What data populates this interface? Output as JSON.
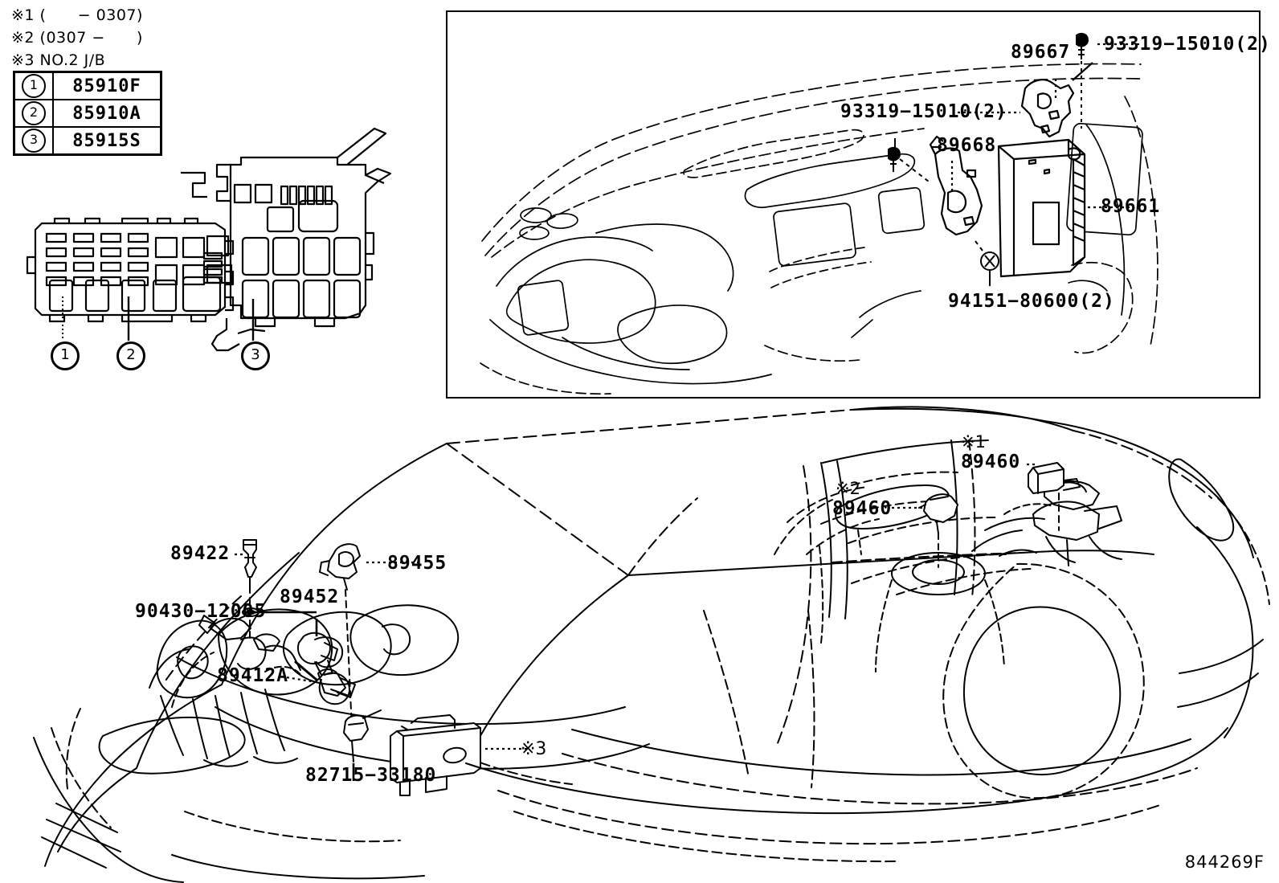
{
  "document": {
    "diagram_id": "844269F"
  },
  "notes": [
    {
      "name": "note-1",
      "text": "※1 (      − 0307)"
    },
    {
      "name": "note-2",
      "text": "※2 (0307 −      )"
    },
    {
      "name": "note-3",
      "text": "※3 NO.2 J/B"
    }
  ],
  "legend": {
    "rows": [
      {
        "index": "1",
        "part": "85910F"
      },
      {
        "index": "2",
        "part": "85910A"
      },
      {
        "index": "3",
        "part": "85915S"
      }
    ]
  },
  "fusebox_callouts": [
    {
      "label": "1"
    },
    {
      "label": "2"
    },
    {
      "label": "3"
    }
  ],
  "panel_labels": [
    {
      "name": "label-89667",
      "text": "89667"
    },
    {
      "name": "label-93319-top",
      "text": "93319−15010(2)"
    },
    {
      "name": "label-93319-left",
      "text": "93319−15010(2)"
    },
    {
      "name": "label-89668",
      "text": "89668"
    },
    {
      "name": "label-89661",
      "text": "89661"
    },
    {
      "name": "label-94151",
      "text": "94151−80600(2)"
    }
  ],
  "vehicle_labels": [
    {
      "name": "label-89422",
      "text": "89422"
    },
    {
      "name": "label-89455",
      "text": "89455"
    },
    {
      "name": "label-89452",
      "text": "89452"
    },
    {
      "name": "label-90430",
      "text": "90430−12005"
    },
    {
      "name": "label-89412A",
      "text": "89412A"
    },
    {
      "name": "label-82715",
      "text": "82715−33180"
    },
    {
      "name": "label-ref3",
      "text": "※3"
    },
    {
      "name": "label-89460-front",
      "text": "89460"
    },
    {
      "name": "label-ref1",
      "text": "※1"
    },
    {
      "name": "label-89460-rear",
      "text": "89460"
    },
    {
      "name": "label-ref2",
      "text": "※2"
    }
  ],
  "colors": {
    "line": "#000000",
    "background": "#ffffff"
  }
}
